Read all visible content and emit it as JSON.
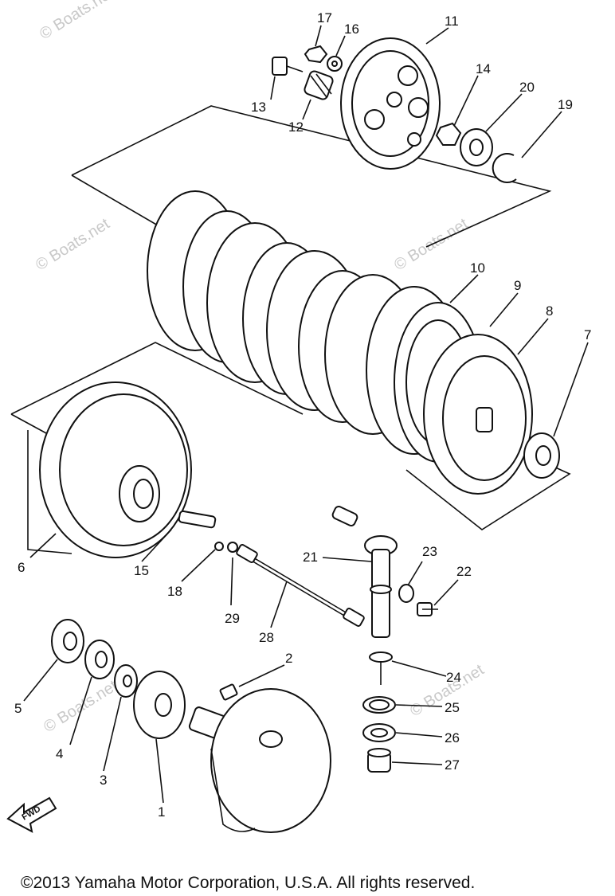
{
  "callouts": [
    "1",
    "2",
    "3",
    "4",
    "5",
    "6",
    "7",
    "8",
    "9",
    "10",
    "11",
    "12",
    "13",
    "14",
    "15",
    "16",
    "17",
    "18",
    "19",
    "20",
    "21",
    "22",
    "23",
    "24",
    "25",
    "26",
    "27",
    "28",
    "29"
  ],
  "watermark": "© Boats.net",
  "arrow_label": "FWD",
  "copyright": "©2013 Yamaha Motor Corporation, U.S.A. All rights reserved."
}
